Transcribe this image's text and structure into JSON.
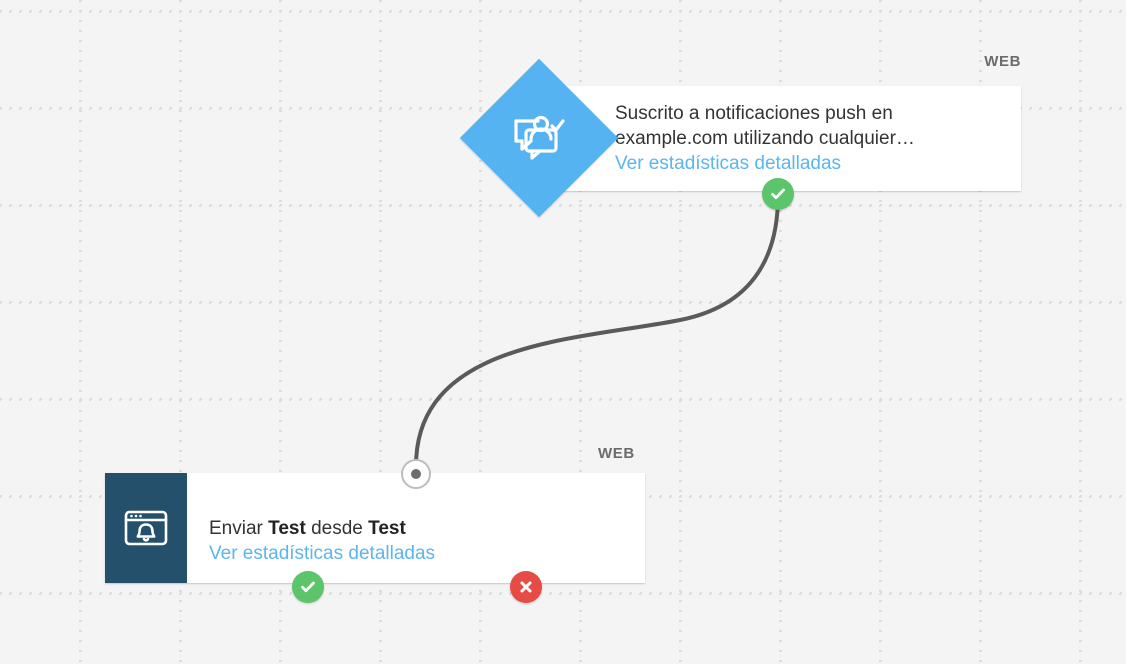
{
  "canvas": {
    "background_color": "#f4f4f4",
    "grid_dot_color": "#dcdcdc",
    "connector_color": "#5a5a5a"
  },
  "colors": {
    "accent_blue": "#54b3f0",
    "link_blue": "#5bb5f0",
    "tile_dark": "#25506b",
    "success_green": "#5cc46a",
    "error_red": "#e64b45",
    "label_grey": "#6b6b6b",
    "title_text": "#333333"
  },
  "nodes": [
    {
      "id": "subscribe",
      "channel_label": "WEB",
      "icon_name": "chat-person-check-icon",
      "icon_shape": "diamond",
      "title": "Suscrito a notificaciones push en example.com utilizando cualquier…",
      "link_label": "Ver estadísticas detalladas",
      "ports": [
        {
          "name": "success",
          "type": "success",
          "glyph": "check"
        }
      ]
    },
    {
      "id": "send",
      "channel_label": "WEB",
      "icon_name": "browser-bell-icon",
      "icon_shape": "square-tile",
      "title_prefix": "Enviar ",
      "title_bold_1": "Test",
      "title_middle": " desde ",
      "title_bold_2": "Test",
      "link_label": "Ver estadísticas detalladas",
      "ports": [
        {
          "name": "input",
          "type": "plain",
          "glyph": "dot"
        },
        {
          "name": "success",
          "type": "success",
          "glyph": "check"
        },
        {
          "name": "error",
          "type": "error",
          "glyph": "cross"
        }
      ]
    }
  ],
  "connector": {
    "from_node": "send",
    "from_port": "input",
    "to_node": "subscribe",
    "to_port": "success"
  }
}
